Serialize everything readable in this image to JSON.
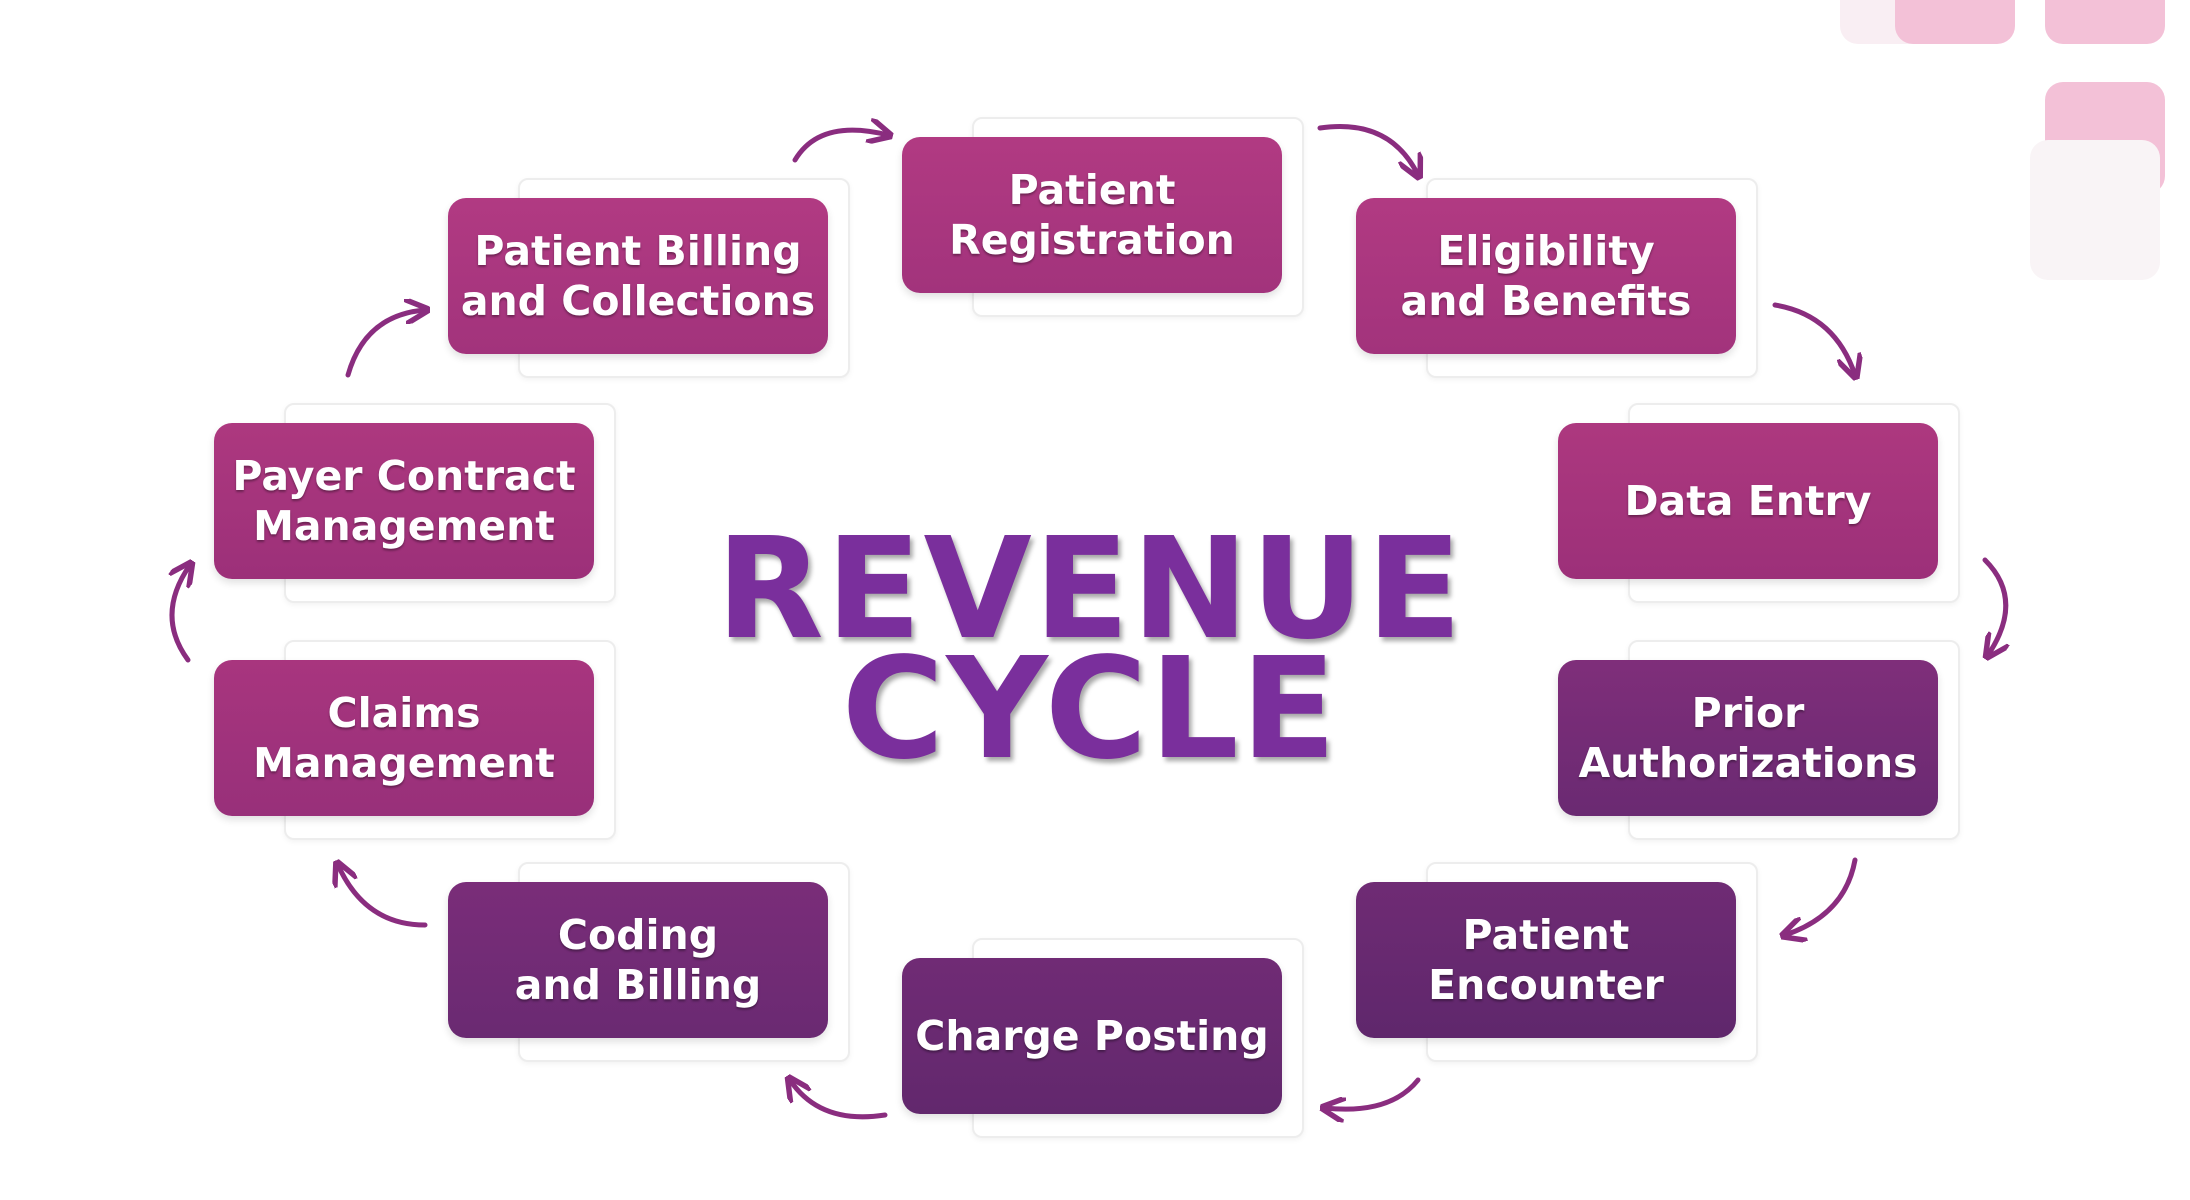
{
  "title": {
    "line1": "REVENUE",
    "line2": "CYCLE"
  },
  "colors": {
    "magenta": "#a8357e",
    "purple": "#6a2a75",
    "title": "#7a2f9c",
    "arrow": "#8a2d7f",
    "accent_pink": "#f3c1d7"
  },
  "steps": [
    {
      "id": "patient-registration",
      "label": "Patient\nRegistration"
    },
    {
      "id": "eligibility-and-benefits",
      "label": "Eligibility\nand Benefits"
    },
    {
      "id": "data-entry",
      "label": "Data Entry"
    },
    {
      "id": "prior-authorizations",
      "label": "Prior\nAuthorizations"
    },
    {
      "id": "patient-encounter",
      "label": "Patient\nEncounter"
    },
    {
      "id": "charge-posting",
      "label": "Charge Posting"
    },
    {
      "id": "coding-and-billing",
      "label": "Coding\nand Billing"
    },
    {
      "id": "claims-management",
      "label": "Claims\nManagement"
    },
    {
      "id": "payer-contract-management",
      "label": "Payer Contract\nManagement"
    },
    {
      "id": "patient-billing-and-collections",
      "label": "Patient Billing\nand Collections"
    }
  ]
}
